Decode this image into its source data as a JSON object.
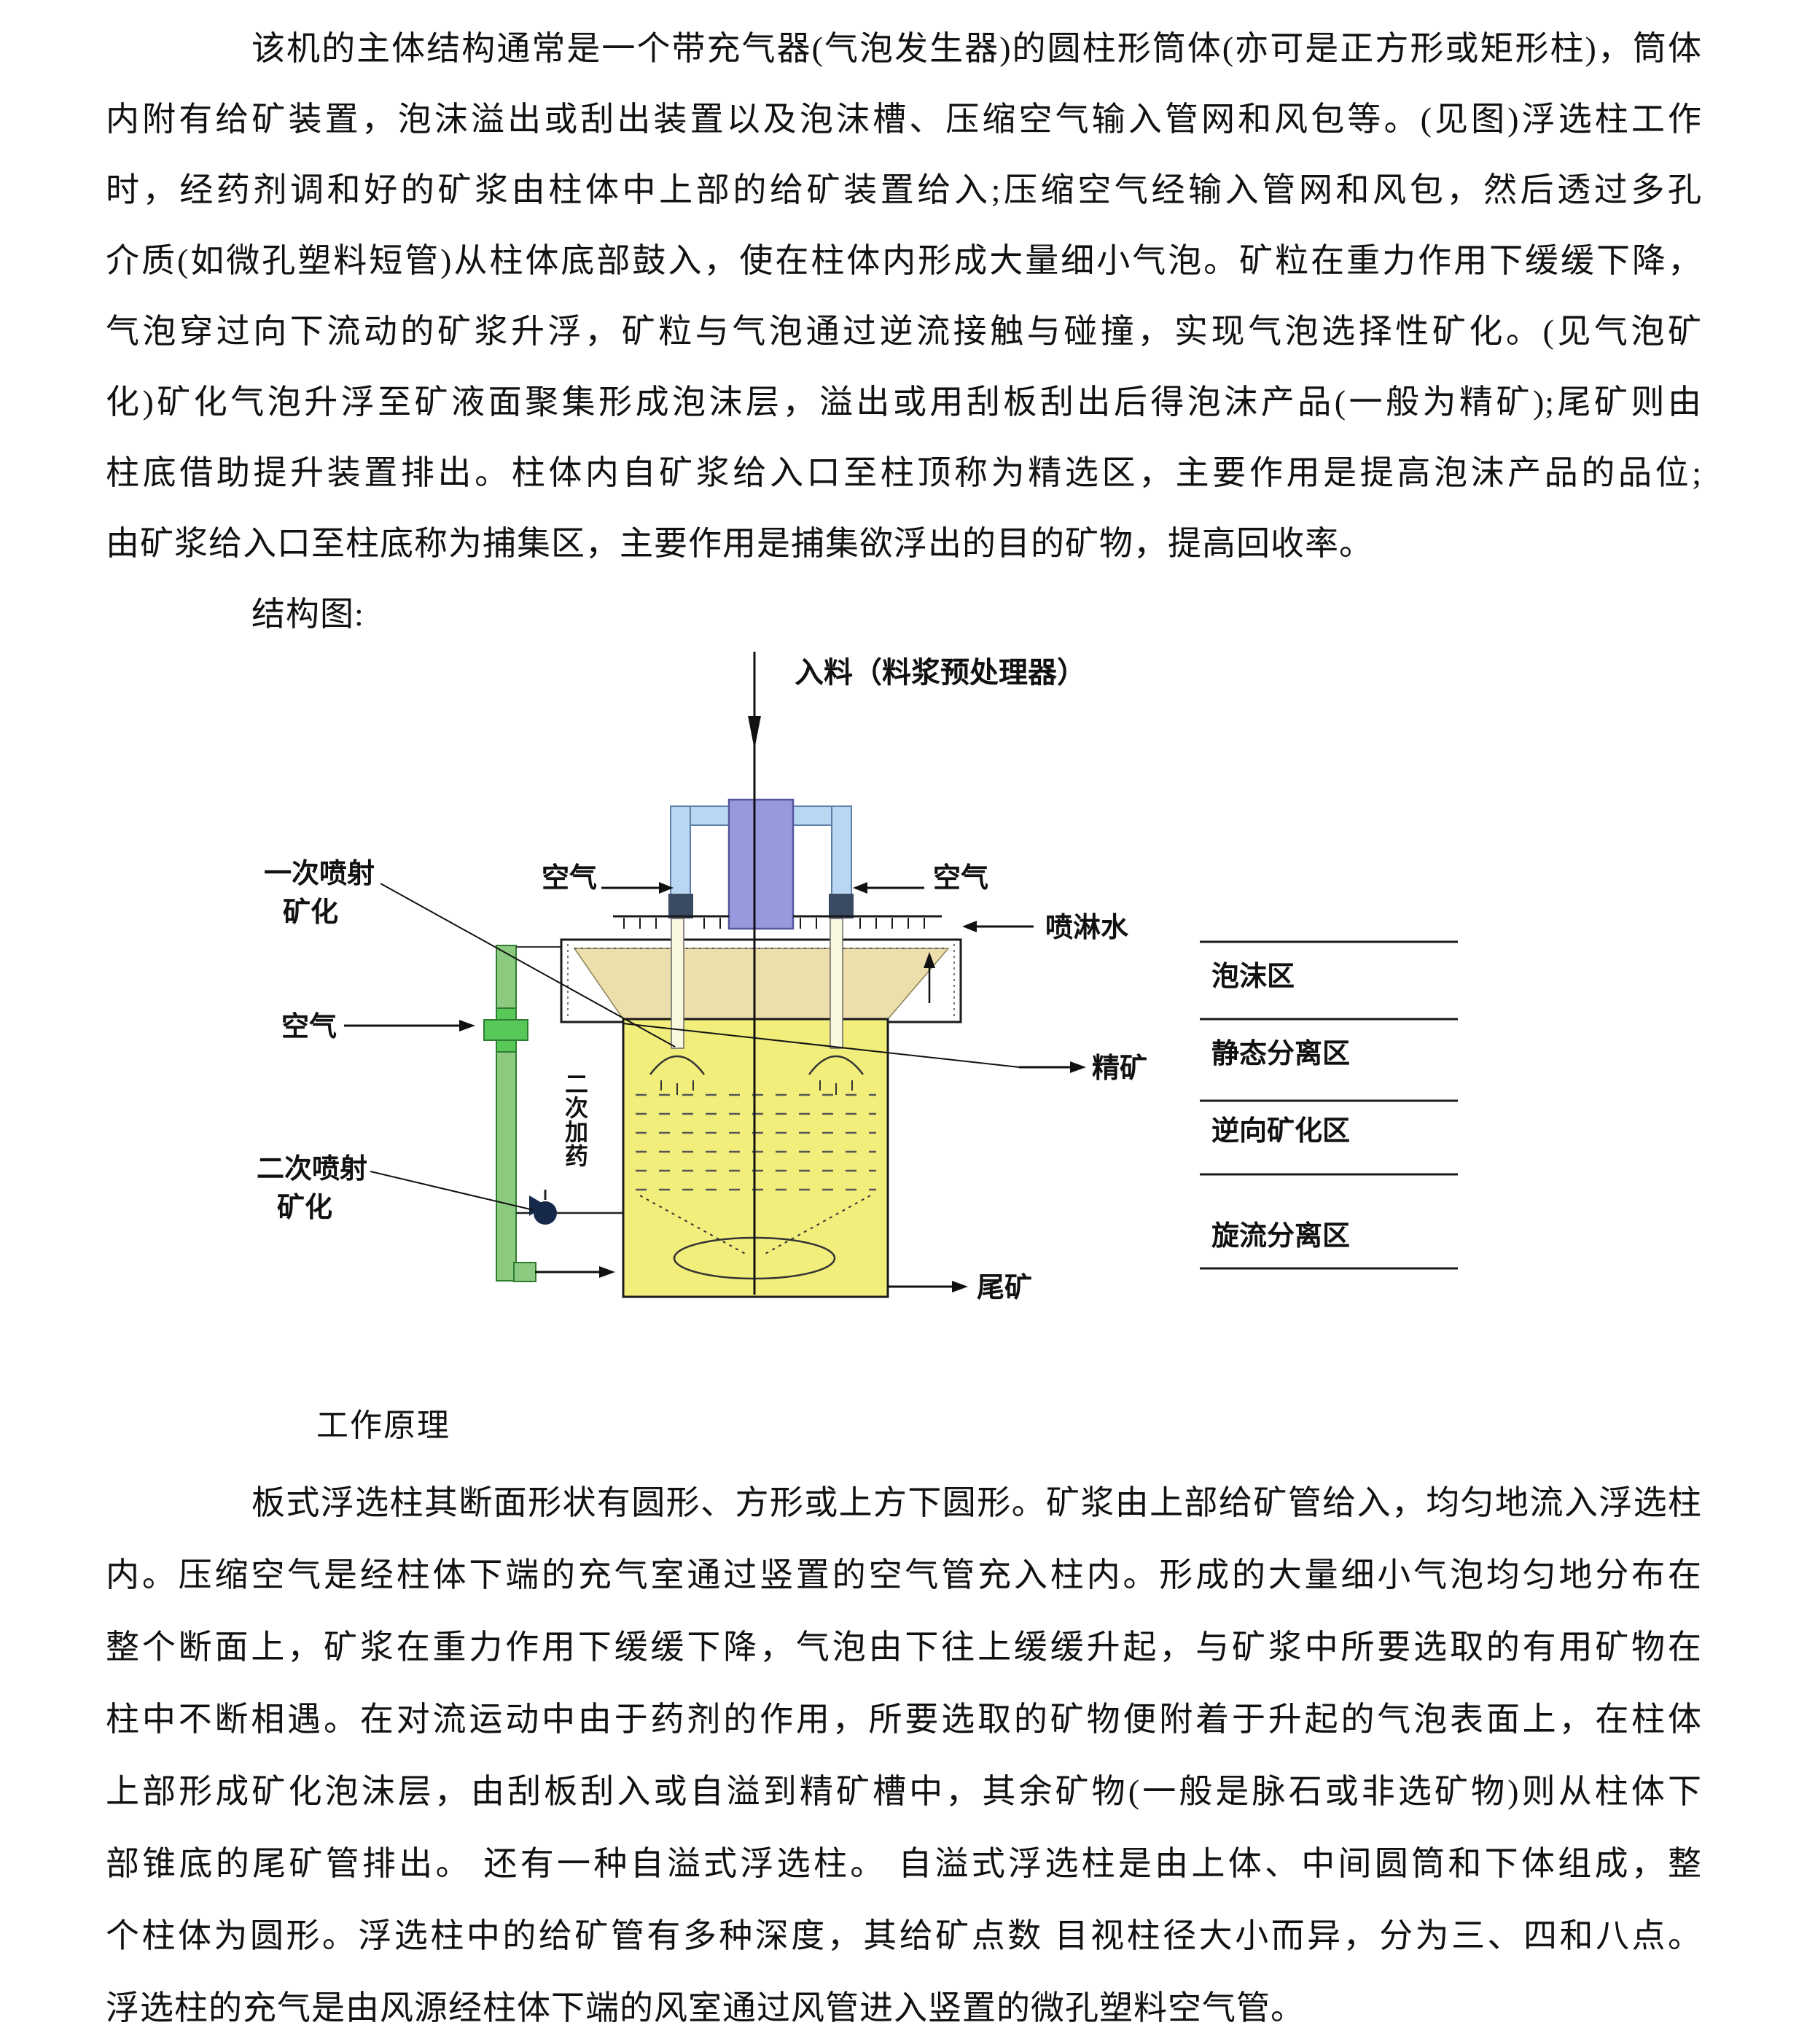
{
  "page": {
    "intro_lines": [
      "该机的主体结构通常是一个带充气器(气泡发生器)的圆柱形筒体(亦可是正方形或矩形柱)，筒体",
      "内附有给矿装置，泡沫溢出或刮出装置以及泡沫槽、压缩空气输入管网和风包等。(见图)浮选柱工作",
      "时，经药剂调和好的矿浆由柱体中上部的给矿装置给入;压缩空气经输入管网和风包，然后透过多孔",
      "介质(如微孔塑料短管)从柱体底部鼓入，使在柱体内形成大量细小气泡。矿粒在重力作用下缓缓下降，",
      "气泡穿过向下流动的矿浆升浮，矿粒与气泡通过逆流接触与碰撞，实现气泡选择性矿化。(见气泡矿",
      "化)矿化气泡升浮至矿液面聚集形成泡沫层，溢出或用刮板刮出后得泡沫产品(一般为精矿);尾矿则由",
      "柱底借助提升装置排出。柱体内自矿浆给入口至柱顶称为精选区，主要作用是提高泡沫产品的品位;",
      "由矿浆给入口至柱底称为捕集区，主要作用是捕集欲浮出的目的矿物，提高回收率。"
    ],
    "structure_label": "结构图:",
    "principle_heading": "工作原理",
    "body_lines": [
      "板式浮选柱其断面形状有圆形、方形或上方下圆形。矿浆由上部给矿管给入，均匀地流入浮选柱",
      "内。压缩空气是经柱体下端的充气室通过竖置的空气管充入柱内。形成的大量细小气泡均匀地分布在",
      "整个断面上，矿浆在重力作用下缓缓下降，气泡由下往上缓缓升起，与矿浆中所要选取的有用矿物在",
      "柱中不断相遇。在对流运动中由于药剂的作用，所要选取的矿物便附着于升起的气泡表面上，在柱体",
      "上部形成矿化泡沫层，由刮板刮入或自溢到精矿槽中，其余矿物(一般是脉石或非选矿物)则从柱体下",
      "部锥底的尾矿管排出。 还有一种自溢式浮选柱。 自溢式浮选柱是由上体、中间圆筒和下体组成，整",
      "个柱体为圆形。浮选柱中的给矿管有多种深度，其给矿点数 目视柱径大小而异，分为三、四和八点。",
      "浮选柱的充气是由风源经柱体下端的风室通过风管进入竖置的微孔塑料空气管。"
    ]
  },
  "diagram": {
    "feed": "入料（料浆预处理器）",
    "air_top_left": "空气",
    "air_top_right": "空气",
    "air_mid_left": "空气",
    "spray_water": "喷淋水",
    "primary_jet": [
      "一次喷射",
      "矿化"
    ],
    "secondary_dosing": "二次加药",
    "secondary_jet": [
      "二次喷射",
      "矿化"
    ],
    "concentrate": "精矿",
    "tailings": "尾矿",
    "zones": [
      "泡沫区",
      "静态分离区",
      "逆向矿化区",
      "旋流分离区"
    ],
    "colors": {
      "column_fill": "#f2ee7c",
      "funnel_fill": "#ecdfab",
      "feeder_fill": "#9898dc",
      "pipe_blue": "#b9d6f2",
      "pipe_green": "#8cca80",
      "valve_green": "#58c858",
      "pump_dark": "#16294a"
    }
  }
}
